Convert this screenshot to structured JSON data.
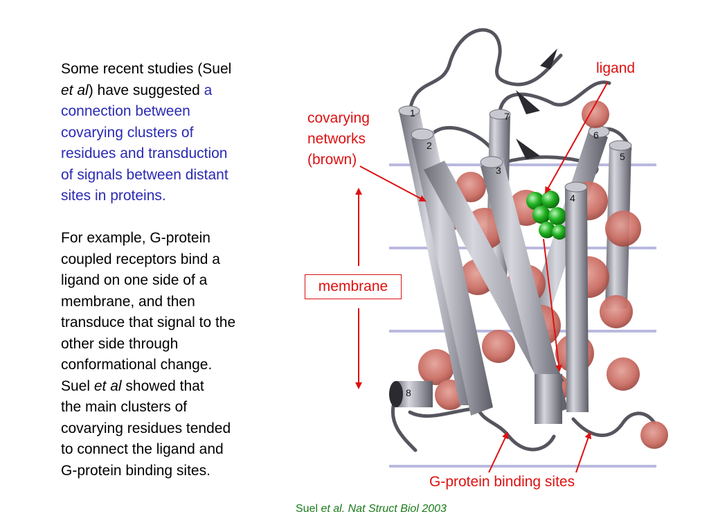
{
  "paragraph1": {
    "line1": "Some recent studies (Suel",
    "line2_italic": "et al",
    "line2_rest": ") have suggested",
    "line2_blue": "a",
    "line3": "connection between",
    "line4": "covarying clusters of",
    "line5": "residues and transduction",
    "line6": "of signals between distant",
    "line7": "sites in proteins."
  },
  "paragraph2": {
    "lines": [
      "For example, G-protein",
      "coupled receptors bind a",
      "ligand on one side of a",
      "membrane, and then",
      "transduce that signal to the",
      "other side through",
      "conformational change."
    ],
    "suel_prefix": "Suel",
    "suel_italic": "et al",
    "suel_rest": "showed that",
    "lines_after": [
      "the main clusters of",
      "covarying residues tended",
      "to connect the ligand and",
      "G-protein binding sites."
    ]
  },
  "labels": {
    "ligand": "ligand",
    "covarying_1": "covarying",
    "covarying_2": "networks",
    "covarying_3": "(brown)",
    "membrane": "membrane",
    "gprotein": "G-protein binding sites"
  },
  "helix_numbers": [
    "1",
    "2",
    "3",
    "4",
    "5",
    "6",
    "7",
    "8"
  ],
  "citation": {
    "prefix": "Suel",
    "italic": "et al. Nat Struct Biol 2003"
  },
  "colors": {
    "label_red": "#dd1111",
    "text_blue": "#2a2ab4",
    "citation_green": "#1a7a1a",
    "helix_gray": "#a8a8b0",
    "network_brown": "#c9695f",
    "ligand_green": "#22b422",
    "membrane_line": "#b9b9df"
  }
}
